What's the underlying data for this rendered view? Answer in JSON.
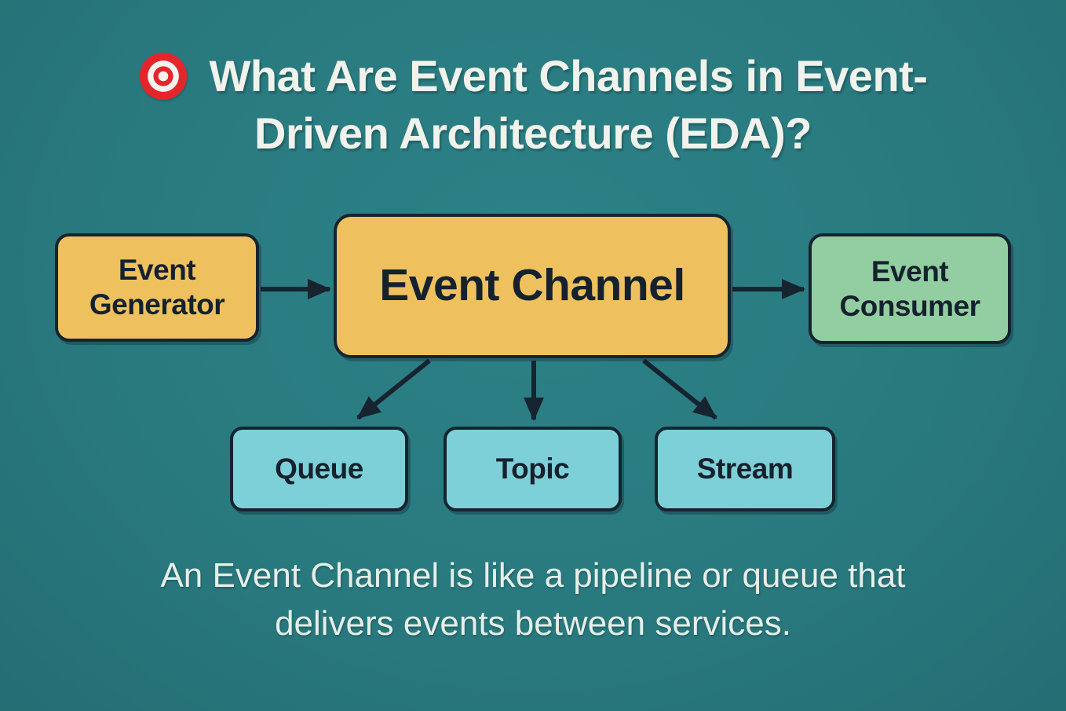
{
  "title": {
    "icon": "bullseye-target-icon",
    "line1": "What Are Event Channels in Event-",
    "line2": "Driven Architecture (EDA)?"
  },
  "diagram": {
    "nodes": {
      "generator": {
        "label": "Event Generator",
        "color": "#eec15e"
      },
      "channel": {
        "label": "Event Channel",
        "color": "#eec15e"
      },
      "consumer": {
        "label": "Event Consumer",
        "color": "#92cea1"
      },
      "queue": {
        "label": "Queue",
        "color": "#7dd0d8"
      },
      "topic": {
        "label": "Topic",
        "color": "#7dd0d8"
      },
      "stream": {
        "label": "Stream",
        "color": "#7dd0d8"
      }
    },
    "connections": [
      {
        "from": "Event Generator",
        "to": "Event Channel"
      },
      {
        "from": "Event Channel",
        "to": "Event Consumer"
      },
      {
        "from": "Event Channel",
        "to": "Queue"
      },
      {
        "from": "Event Channel",
        "to": "Topic"
      },
      {
        "from": "Event Channel",
        "to": "Stream"
      }
    ]
  },
  "caption": {
    "line1": "An Event Channel is like a pipeline or queue that",
    "line2": "delivers events between services."
  },
  "colors": {
    "background": "#297a7f",
    "box_yellow": "#eec15e",
    "box_green": "#92cea1",
    "box_cyan": "#7dd0d8",
    "outline_dark": "#15222e",
    "text_light": "#f0f2eb",
    "icon_red": "#e4262c",
    "icon_white": "#f2f2ee"
  }
}
